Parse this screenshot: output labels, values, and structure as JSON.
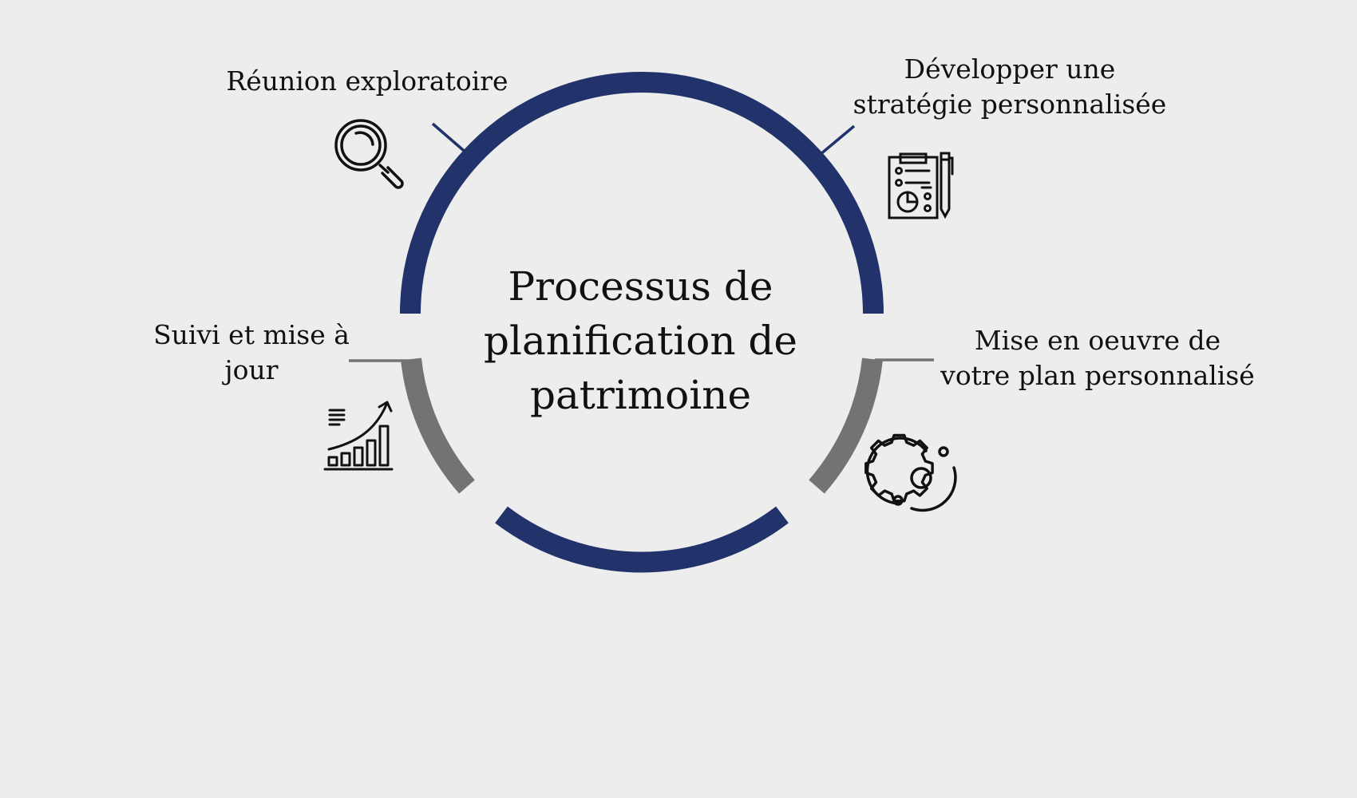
{
  "diagram": {
    "title_lines": [
      "Processus de",
      "planification de",
      "patrimoine"
    ],
    "steps": [
      {
        "label_lines": [
          "Réunion exploratoire"
        ],
        "icon": "magnifier-icon"
      },
      {
        "label_lines": [
          "Développer une",
          "stratégie personnalisée"
        ],
        "icon": "clipboard-plan-icon"
      },
      {
        "label_lines": [
          "Mise en oeuvre de",
          "votre plan personnalisé"
        ],
        "icon": "gear-cycle-icon"
      },
      {
        "label_lines": [
          "Suivi et mise à",
          "jour"
        ],
        "icon": "growth-chart-icon"
      }
    ],
    "colors": {
      "background": "#ededed",
      "navy": "#22336b",
      "gray": "#737373",
      "text": "#111111"
    }
  }
}
